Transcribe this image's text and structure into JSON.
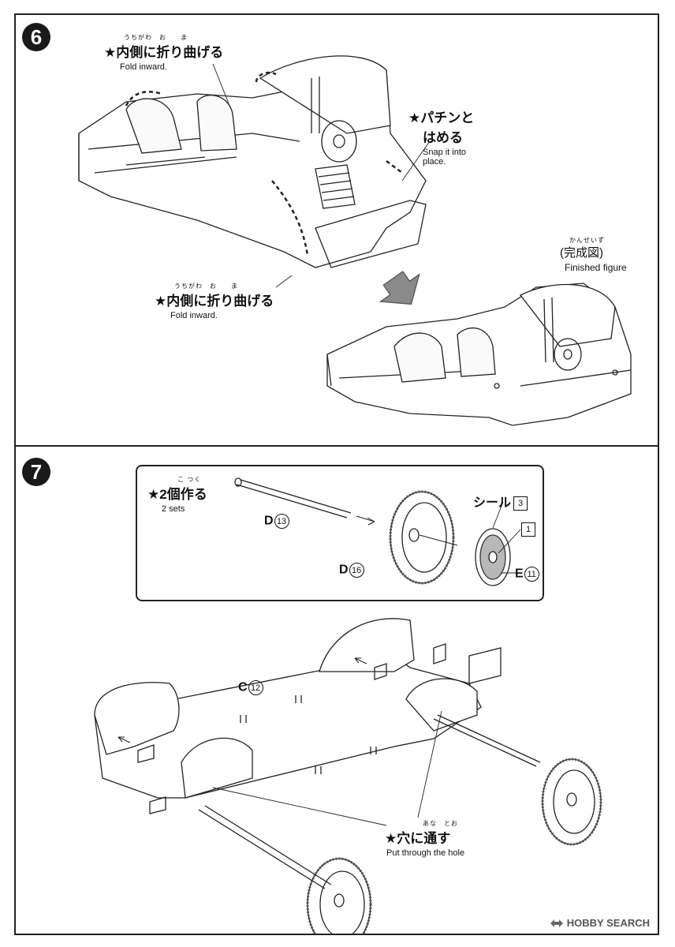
{
  "step6": {
    "number": "6",
    "fold_top": {
      "ruby": "うちがわ　お　　ま",
      "jp": "★内側に折り曲げる",
      "en": "Fold inward."
    },
    "snap": {
      "jp1": "★パチンと",
      "jp2": "はめる",
      "en1": "Snap it into",
      "en2": "place."
    },
    "finished": {
      "ruby": "かんせいず",
      "jp": "(完成図)",
      "en": "Finished figure"
    },
    "fold_bottom": {
      "ruby": "うちがわ　お　　ま",
      "jp": "★内側に折り曲げる",
      "en": "Fold inward."
    }
  },
  "step7": {
    "number": "7",
    "sets": {
      "ruby": "こ つく",
      "jp": "★2個作る",
      "en": "2 sets"
    },
    "parts": {
      "d13": {
        "letter": "D",
        "num": "13"
      },
      "d16": {
        "letter": "D",
        "num": "16"
      },
      "seal": {
        "label": "シール",
        "num": "3"
      },
      "one": {
        "num": "1"
      },
      "e11": {
        "letter": "E",
        "num": "11"
      },
      "c12": {
        "letter": "C",
        "num": "12"
      }
    },
    "hole": {
      "ruby": "あな　とお",
      "jp": "★穴に通す",
      "en": "Put through the hole"
    }
  },
  "watermark": {
    "text": "HOBBY SEARCH"
  }
}
